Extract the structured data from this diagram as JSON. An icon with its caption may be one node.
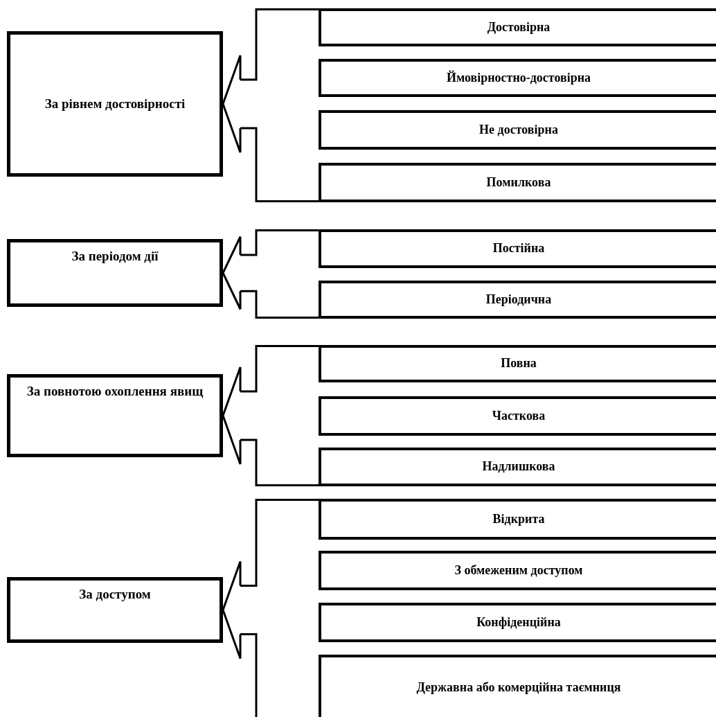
{
  "diagram": {
    "nodes": [
      {
        "text": [
          "За рівнем достовірності"
        ]
      },
      {
        "text": [
          "Достовірна"
        ]
      },
      {
        "text": [
          "Ймовірностно-достовірна"
        ]
      },
      {
        "text": [
          "Не достовірна"
        ]
      },
      {
        "text": [
          "Помилкова"
        ]
      },
      {
        "text": [
          "За періодом дії"
        ]
      },
      {
        "text": [
          "Постійна"
        ]
      },
      {
        "text": [
          "Періодична"
        ]
      },
      {
        "text": [
          "За повнотою охоплення явищ"
        ]
      },
      {
        "text": [
          "Повна"
        ]
      },
      {
        "text": [
          "Часткова"
        ]
      },
      {
        "text": [
          "Надлишкова"
        ]
      },
      {
        "text": [
          "За доступом"
        ]
      },
      {
        "text": [
          "Відкрита"
        ]
      },
      {
        "text": [
          "З обмеженим доступом"
        ]
      },
      {
        "text": [
          "Конфіденційна"
        ]
      },
      {
        "text": [
          "Державна або комерційна таємниця"
        ]
      },
      {
        "text": [],
        "shape": "arrow"
      },
      {
        "text": [],
        "shape": "arrow"
      },
      {
        "text": [],
        "shape": "arrow"
      },
      {
        "text": [],
        "shape": "arrow"
      }
    ],
    "edges": [
      {
        "from": 17,
        "to": 0,
        "arrow": "to"
      },
      {
        "from": 18,
        "to": 5,
        "arrow": "to"
      },
      {
        "from": 19,
        "to": 8,
        "arrow": "to"
      },
      {
        "from": 20,
        "to": 12,
        "arrow": "to"
      }
    ]
  }
}
